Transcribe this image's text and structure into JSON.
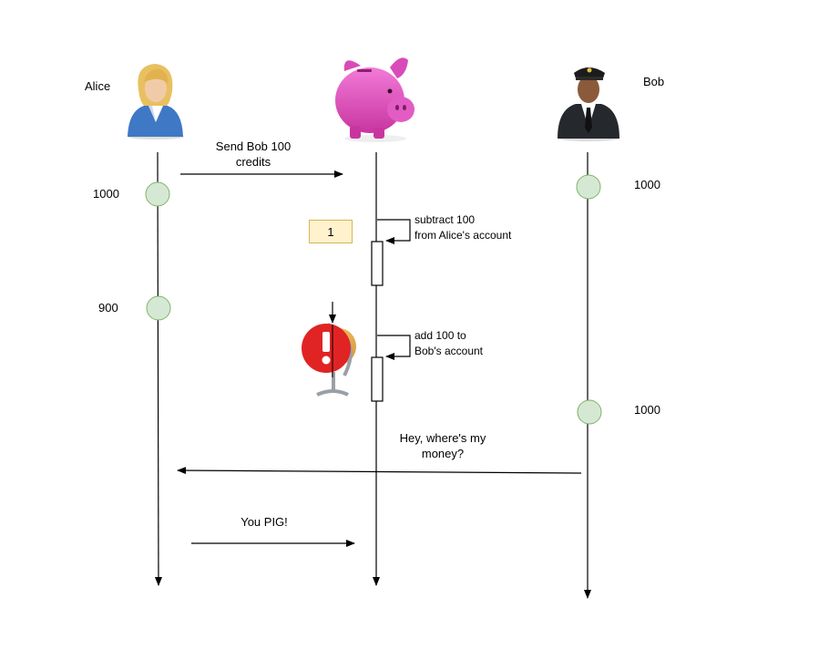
{
  "actors": {
    "alice": {
      "name": "Alice"
    },
    "bank": {
      "name": ""
    },
    "bob": {
      "name": "Bob"
    }
  },
  "messages": {
    "send_request": {
      "line1": "Send Bob 100",
      "line2": "credits"
    },
    "bob_complaint": {
      "line1": "Hey, where's my",
      "line2": "money?"
    },
    "alice_reply": {
      "text": "You PIG!"
    }
  },
  "bank_steps": {
    "step_number": "1",
    "subtract": {
      "line1": "subtract 100",
      "line2": "from Alice's account"
    },
    "add": {
      "line1": "add 100 to",
      "line2": "Bob's account"
    }
  },
  "balances": {
    "alice_initial": "1000",
    "alice_after": "900",
    "bob_initial": "1000",
    "bob_after": "1000"
  },
  "colors": {
    "state_circle_fill": "#d5e8d4",
    "state_circle_stroke": "#82b366",
    "step_box_fill": "#fff2cc",
    "step_box_stroke": "#d6b656",
    "error_red": "#e02424",
    "piggy_pink": "#e64fc4"
  },
  "icons": {
    "alice": "woman-avatar-icon",
    "bank": "piggy-bank-icon",
    "bob": "pilot-avatar-icon",
    "failure": "globe-error-icon"
  }
}
